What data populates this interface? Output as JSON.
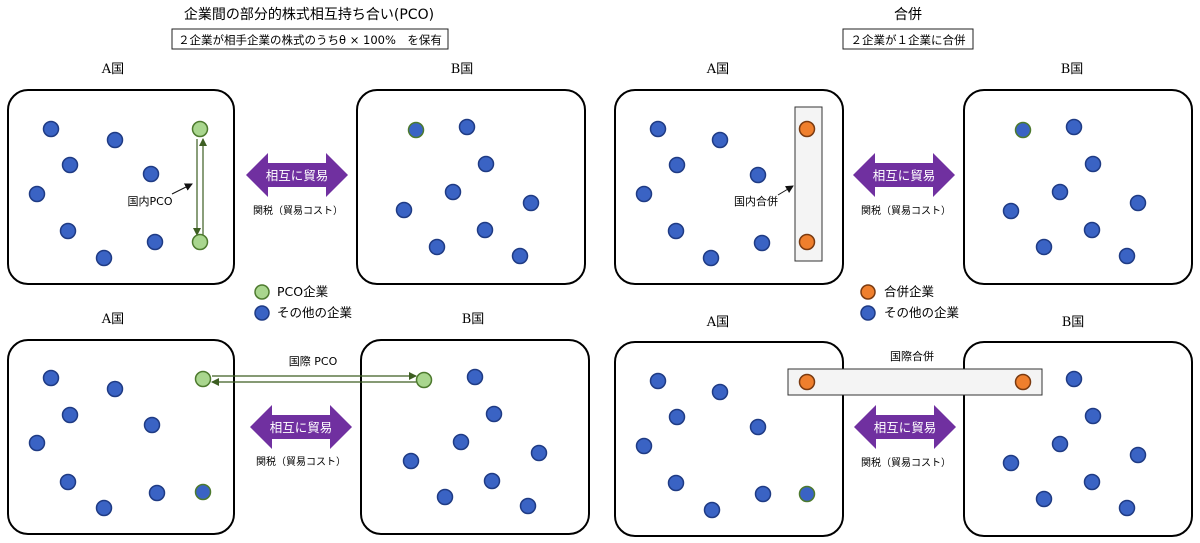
{
  "left_panel": {
    "title": "企業間の部分的株式相互持ち合い(PCO)",
    "subtitle": "２企業が相手企業の株式のうちθ × 100%　を保有"
  },
  "right_panel": {
    "title": "合併",
    "subtitle": "２企業が１企業に合併"
  },
  "labels": {
    "country_a": "A国",
    "country_b": "B国",
    "trade": "相互に貿易",
    "tariff": "関税（貿易コスト）",
    "domestic_pco": "国内PCO",
    "international_pco": "国際 PCO",
    "domestic_merger": "国内合併",
    "international_merger": "国際合併"
  },
  "legend": {
    "pco_firm": "PCO企業",
    "other_firm": "その他の企業",
    "merger_firm": "合併企業"
  },
  "colors": {
    "other_firm_fill": "#3a63c4",
    "other_firm_stroke": "#1f3b84",
    "pco_firm_fill": "#a9d68e",
    "pco_firm_stroke": "#4d7a2e",
    "merger_firm_fill": "#ef7f2d",
    "merger_firm_stroke": "#7a3a10",
    "arrow_fill": "#7030a0",
    "pco_arrow": "#3d5e22",
    "highlight_rect_fill": "#f4f4f4"
  }
}
